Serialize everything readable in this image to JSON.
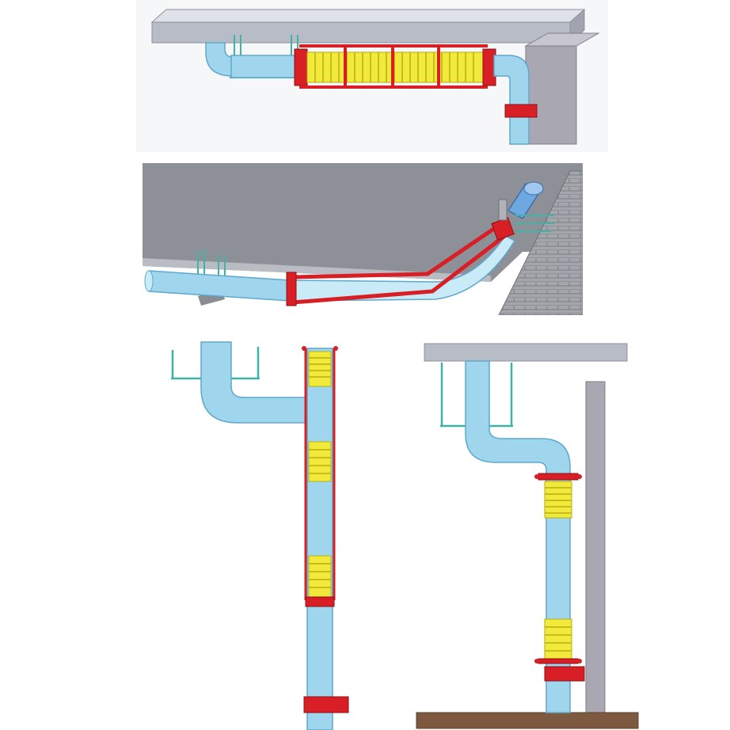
{
  "figure": {
    "panels": [
      {
        "id": "horizontal-ceiling-run",
        "type": "pipe-layout-3d"
      },
      {
        "id": "sloped-ceiling-run",
        "type": "pipe-layout-3d"
      },
      {
        "id": "vertical-riser-multi-joint",
        "type": "pipe-layout-elevation"
      },
      {
        "id": "vertical-riser-wall-mounted",
        "type": "pipe-layout-elevation"
      }
    ],
    "colors": {
      "pipe": "#9fd6ee",
      "pipe_edge": "#5fa8cc",
      "bellows": "#f2ea3a",
      "bellows_edge": "#b9ad12",
      "restraint": "#d81f26",
      "slab": "#b7bcc6",
      "slab_edge": "#8c919b",
      "wall": "#a9a7b1",
      "concrete": "#8d9097",
      "hanger": "#3fb3a6",
      "floor": "#7d5a3f"
    }
  }
}
